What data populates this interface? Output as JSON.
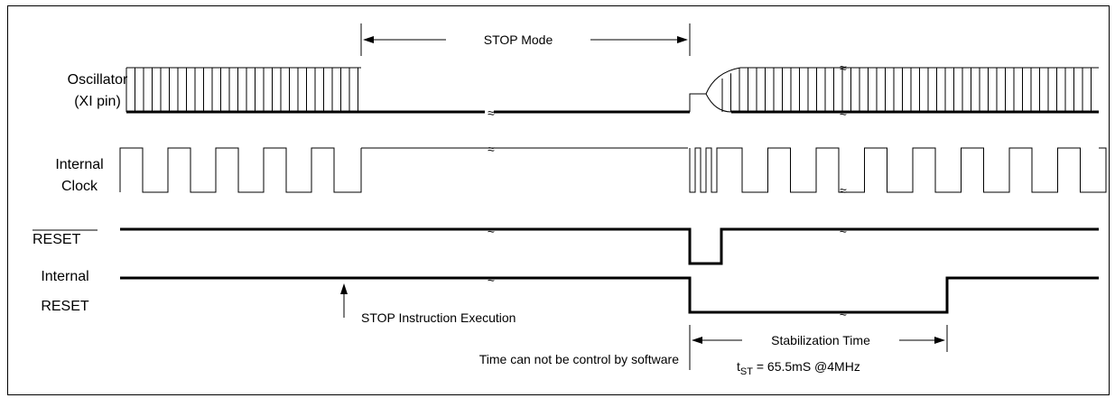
{
  "signals": {
    "oscillator_line1": "Oscillator",
    "oscillator_line2": "(XI pin)",
    "internal_clock_line1": "Internal",
    "internal_clock_line2": "Clock",
    "reset": "RESET",
    "internal_reset_line1": "Internal",
    "internal_reset_line2": "RESET"
  },
  "annotations": {
    "stop_mode": "STOP Mode",
    "stop_instruction": "STOP Instruction Execution",
    "time_not_controlled": "Time can not be control by software",
    "stabilization_time": "Stabilization Time",
    "tst_main": "t",
    "tst_sub": "ST",
    "tst_value": " = 65.5mS @4MHz"
  },
  "break_mark": "≈"
}
